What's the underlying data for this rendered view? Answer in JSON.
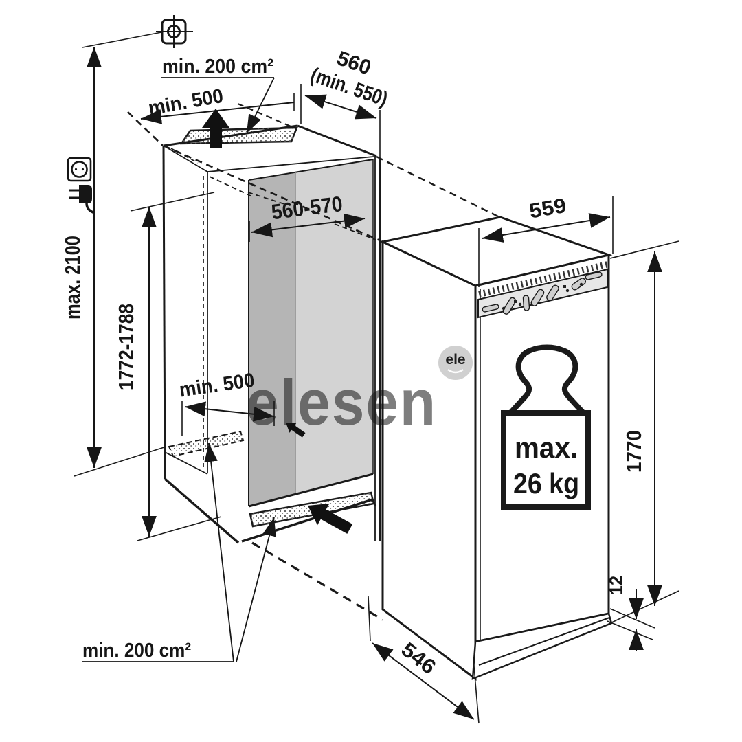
{
  "watermark": {
    "text": "elesen",
    "badge_text": "ele"
  },
  "dimensions": {
    "room_height": "max. 2100",
    "niche_height": "1772-1788",
    "niche_width": "560-570",
    "niche_depth_value": "560",
    "niche_depth_min": "(min. 550)",
    "top_vent_area": "min. 200 cm²",
    "bottom_vent_area": "min. 200 cm²",
    "top_clearance": "min. 500",
    "inner_clearance": "min. 500",
    "appliance_width": "559",
    "appliance_height": "1770",
    "appliance_depth": "546",
    "base_gap": "12"
  },
  "appliance": {
    "door_load_line1": "max.",
    "door_load_line2": "26 kg"
  },
  "icons": {
    "fixing_point": "fixing-point-crosshair",
    "socket": "power-socket",
    "plug": "power-plug",
    "airflow_out": "airflow-up-arrow",
    "airflow_in": "airflow-in-arrow",
    "weight": "weight-26kg"
  },
  "colors": {
    "line": "#1a1a1a",
    "interior_dark": "#b5b5b5",
    "interior_light": "#d3d3d3",
    "floor_gray": "#c9c9c9",
    "bracket_fill": "#e7e7e7",
    "watermark": "#cdcdcd"
  }
}
